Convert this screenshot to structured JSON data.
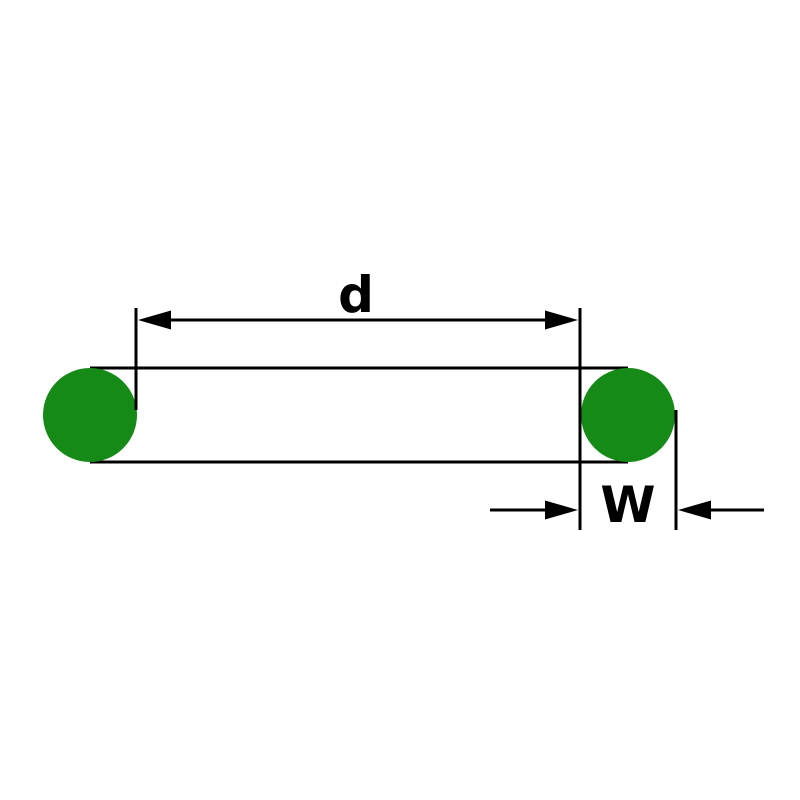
{
  "diagram": {
    "type": "technical-dimension-diagram",
    "subject": "O-ring cross-section with diameter and width dimensions",
    "labels": {
      "inner_diameter": "d",
      "cross_section_width": "W"
    },
    "colors": {
      "oring_fill": "#168a16",
      "line": "#000000",
      "background": "#ffffff"
    }
  }
}
